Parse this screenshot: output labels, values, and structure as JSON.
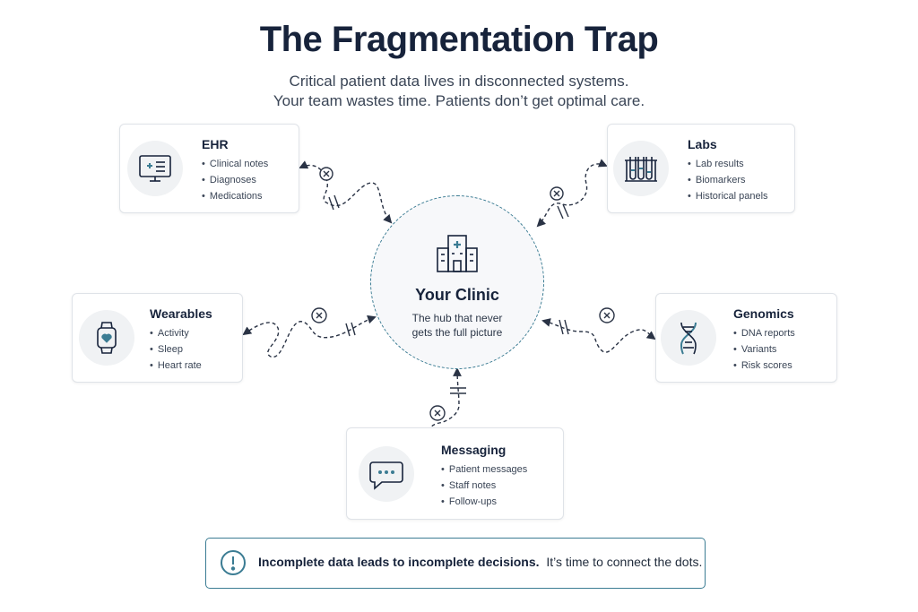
{
  "header": {
    "title": "The Fragmentation Trap",
    "subtitle_line1": "Critical patient data lives in disconnected systems.",
    "subtitle_line2": "Your team wastes time. Patients don’t get optimal care."
  },
  "hub": {
    "title": "Your Clinic",
    "subtitle_line1": "The hub that never",
    "subtitle_line2": "gets the full picture",
    "icon": "hospital-icon"
  },
  "sources": {
    "ehr": {
      "title": "EHR",
      "icon": "monitor-icon",
      "items": [
        "Clinical notes",
        "Diagnoses",
        "Medications"
      ]
    },
    "labs": {
      "title": "Labs",
      "icon": "test-tubes-icon",
      "items": [
        "Lab results",
        "Biomarkers",
        "Historical panels"
      ]
    },
    "wearables": {
      "title": "Wearables",
      "icon": "smartwatch-icon",
      "items": [
        "Activity",
        "Sleep",
        "Heart rate"
      ]
    },
    "genomics": {
      "title": "Genomics",
      "icon": "dna-icon",
      "items": [
        "DNA reports",
        "Variants",
        "Risk scores"
      ]
    },
    "messaging": {
      "title": "Messaging",
      "icon": "chat-bubble-icon",
      "items": [
        "Patient messages",
        "Staff notes",
        "Follow-ups"
      ]
    }
  },
  "callout": {
    "bold": "Incomplete data leads to incomplete decisions.",
    "rest": "It’s time to connect the dots.",
    "icon": "alert-circle-icon"
  },
  "colors": {
    "accent": "#3b7c93",
    "ink": "#17233b",
    "line": "#2a3345"
  }
}
